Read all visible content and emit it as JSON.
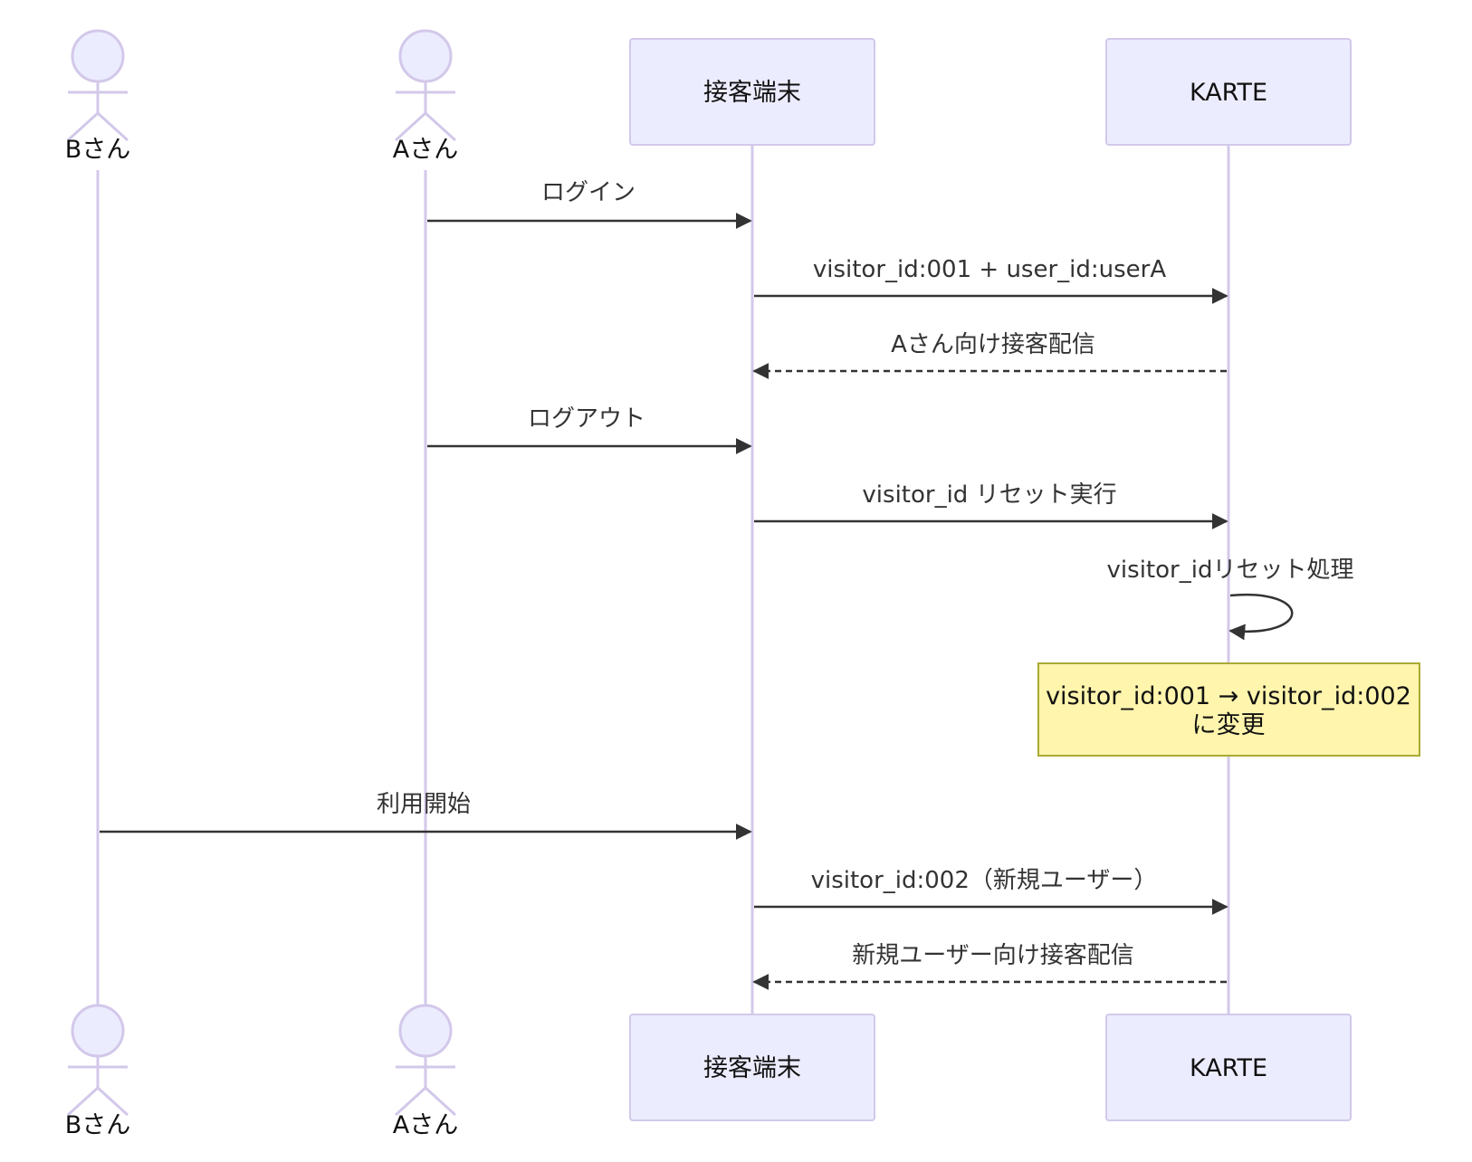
{
  "participants": [
    {
      "id": "b",
      "label": "Bさん",
      "type": "actor"
    },
    {
      "id": "a",
      "label": "Aさん",
      "type": "actor"
    },
    {
      "id": "t",
      "label": "接客端末",
      "type": "participant"
    },
    {
      "id": "k",
      "label": "KARTE",
      "type": "participant"
    }
  ],
  "messages": [
    {
      "from": "a",
      "to": "t",
      "label": "ログイン",
      "style": "solid"
    },
    {
      "from": "t",
      "to": "k",
      "label": "visitor_id:001 + user_id:userA",
      "style": "solid"
    },
    {
      "from": "k",
      "to": "t",
      "label": "Aさん向け接客配信",
      "style": "dashed"
    },
    {
      "from": "a",
      "to": "t",
      "label": "ログアウト",
      "style": "solid"
    },
    {
      "from": "t",
      "to": "k",
      "label": "visitor_id リセット実行",
      "style": "solid"
    },
    {
      "from": "k",
      "to": "k",
      "label": "visitor_idリセット処理",
      "style": "solid"
    },
    {
      "from": "b",
      "to": "t",
      "label": "利用開始",
      "style": "solid"
    },
    {
      "from": "t",
      "to": "k",
      "label": "visitor_id:002（新規ユーザー）",
      "style": "solid"
    },
    {
      "from": "k",
      "to": "t",
      "label": "新規ユーザー向け接客配信",
      "style": "dashed"
    }
  ],
  "note": {
    "over": "k",
    "lines": [
      "visitor_id:001 → visitor_id:002",
      "に変更"
    ]
  },
  "colors": {
    "participant_fill": "#ececff",
    "participant_stroke": "#d3c8ea",
    "message_line": "#333333",
    "note_fill": "#fff5ad",
    "note_stroke": "#aaaa33"
  }
}
